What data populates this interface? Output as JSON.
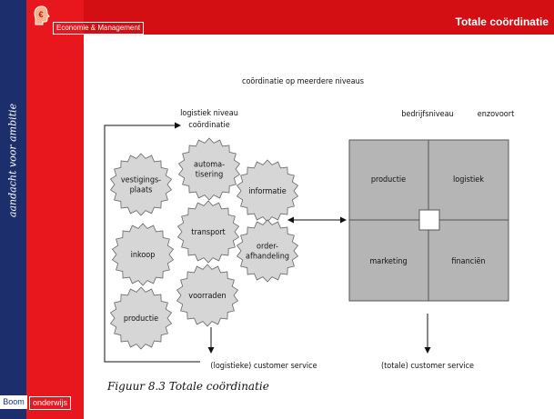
{
  "header": {
    "brand_label": "Economie & Management",
    "title": "Totale coördinatie",
    "logo_icon": "head-euro-icon"
  },
  "sidebar": {
    "tagline": "aandacht voor ambitie",
    "publisher": "Boom",
    "series": "onderwijs"
  },
  "colors": {
    "red": "#e8171d",
    "dark_red": "#d40f14",
    "navy": "#1c2f6c",
    "gear_fill": "#d6d6d6",
    "matrix_fill": "#b5b5b5"
  },
  "diagram": {
    "title": "coördinatie op meerdere niveaus",
    "left_heading_line1": "logistiek niveau",
    "left_heading_line2": "coördinatie",
    "right_heading_left": "bedrijfsniveau",
    "right_heading_right": "enzovoort",
    "gears": [
      {
        "key": "automatisering",
        "lines": [
          "automa-",
          "tisering"
        ]
      },
      {
        "key": "vestigingsplaats",
        "lines": [
          "vestigings-",
          "plaats"
        ]
      },
      {
        "key": "informatie",
        "lines": [
          "informatie"
        ]
      },
      {
        "key": "transport",
        "lines": [
          "transport"
        ]
      },
      {
        "key": "inkoop",
        "lines": [
          "inkoop"
        ]
      },
      {
        "key": "orderafhandeling",
        "lines": [
          "order-",
          "afhandeling"
        ]
      },
      {
        "key": "voorraden",
        "lines": [
          "voorraden"
        ]
      },
      {
        "key": "productie",
        "lines": [
          "productie"
        ]
      }
    ],
    "matrix": {
      "top_left": "productie",
      "top_right": "logistiek",
      "bottom_left": "marketing",
      "bottom_right": "financiën"
    },
    "left_output": "(logistieke) customer service",
    "right_output": "(totale) customer service",
    "caption": "Figuur 8.3   Totale coördinatie"
  }
}
